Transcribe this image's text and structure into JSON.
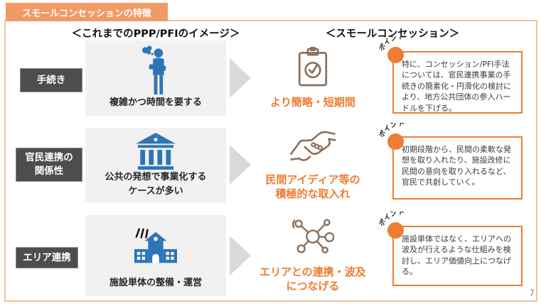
{
  "page": {
    "title_badge": "スモールコンセッションの特徴",
    "page_number": "7"
  },
  "headers": {
    "left": "＜これまでのPPP/PFIのイメージ＞",
    "right": "＜スモールコンセッション＞"
  },
  "rows": [
    {
      "label": "手続き",
      "before": {
        "icon": "thinking-person-icon",
        "caption": "複雑かつ時間を要する"
      },
      "after": {
        "icon": "clipboard-check-icon",
        "text": "より簡略・短期間"
      },
      "point": {
        "badge": "ポイント",
        "text": "特に、コンセッション/PFI手法については、官民連携事業の手続きの簡素化・円滑化の検討により、地方公共団体の参入ハードルを下げる。"
      }
    },
    {
      "label": "官民連携の\n関係性",
      "before": {
        "icon": "bank-building-icon",
        "caption": "公共の発想で事業化する\nケースが多い"
      },
      "after": {
        "icon": "handshake-icon",
        "text": "民間アイディア等の\n積極的な取入れ"
      },
      "point": {
        "badge": "ポイント",
        "text": "初期段階から、民間の柔軟な発想を取り入れたり、施設改修に民間の意向を取り入れるなど、官民で共創していく。"
      }
    },
    {
      "label": "エリア連携",
      "before": {
        "icon": "school-building-icon",
        "caption": "施設単体の整備・運営"
      },
      "after": {
        "icon": "network-area-icon",
        "text": "エリアとの連携・波及\nにつなげる"
      },
      "point": {
        "badge": "ポイント",
        "text": "施設単体ではなく、エリアへの波及が行えるような仕組みを検討し、エリア価値向上につなげる。"
      }
    }
  ],
  "colors": {
    "accent_orange": "#ED7D31",
    "banner_orange": "#F09A64",
    "frame_border": "#F5C29C",
    "icon_blue": "#2E75B6",
    "icon_brown": "#8A6E5A",
    "label_chip_gray": "#4D4D4D",
    "panel_gray": "#F1F1F1",
    "arrow_gray": "#D9D9D9",
    "body_text": "#3A3A3A"
  }
}
